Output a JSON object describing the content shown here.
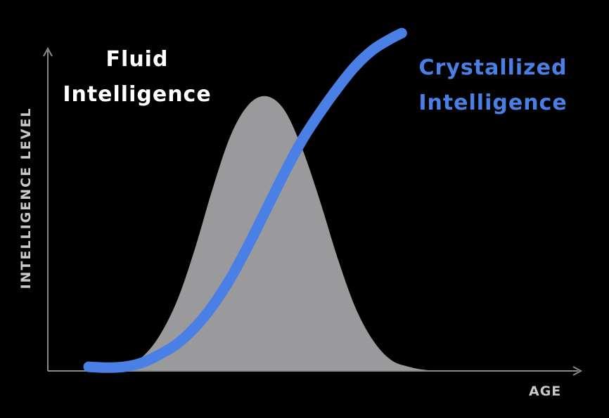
{
  "chart_data": {
    "type": "area",
    "title": "",
    "xlabel": "AGE",
    "ylabel": "INTELLIGENCE LEVEL",
    "grid": false,
    "legend": "none",
    "series": [
      {
        "name_lines": [
          "Fluid",
          "Intelligence"
        ],
        "kind": "area",
        "color": "#9a9a9c",
        "x": [
          0,
          5,
          10,
          15,
          20,
          25,
          30,
          35,
          40,
          45,
          50,
          55,
          60,
          65,
          70,
          75,
          80,
          85,
          90,
          95,
          100
        ],
        "y": [
          0,
          0.3,
          1.5,
          5,
          13,
          26,
          45,
          67,
          86,
          97,
          100,
          95,
          81,
          62,
          41,
          23,
          11,
          4,
          1.5,
          0.3,
          0
        ]
      },
      {
        "name_lines": [
          "Crystallized",
          "Intelligence"
        ],
        "kind": "line",
        "color": "#4a7fe6",
        "x": [
          0,
          5,
          10,
          15,
          20,
          25,
          30,
          35,
          40,
          45,
          50,
          55,
          60,
          65,
          70,
          75,
          80,
          85,
          88
        ],
        "y": [
          1.5,
          1.2,
          1.5,
          3,
          6,
          10,
          16,
          24,
          34,
          46,
          59,
          72,
          84,
          94,
          103,
          111,
          117,
          121,
          123
        ]
      }
    ]
  },
  "style": {
    "background": "#000000",
    "axis_color": "#8a8a8a",
    "axis_label_color": "#c8c8c8"
  }
}
